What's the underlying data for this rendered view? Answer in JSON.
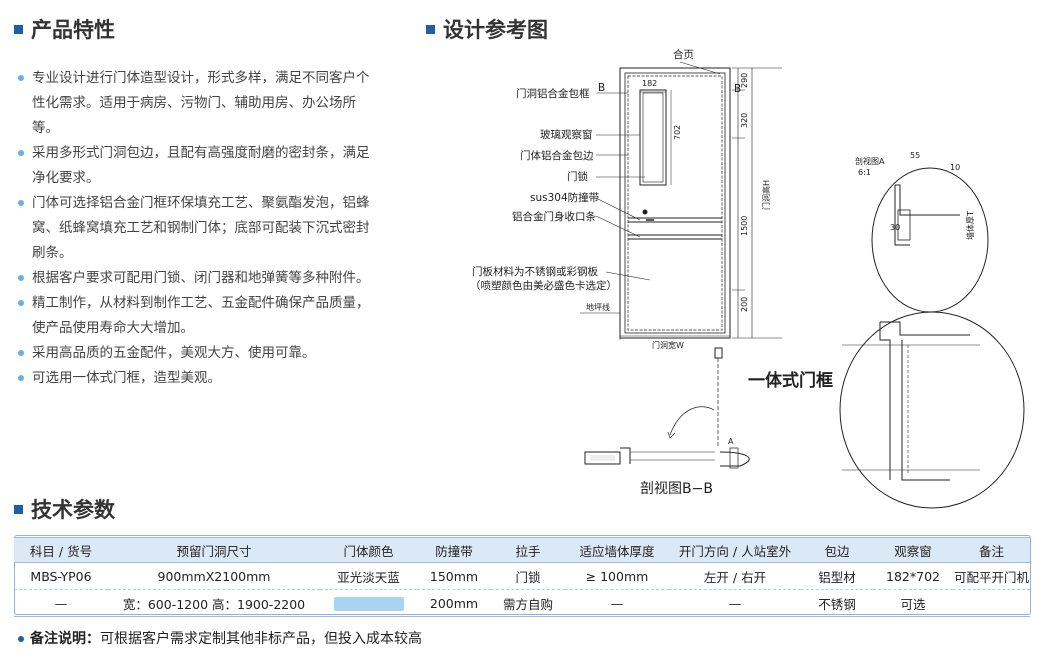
{
  "sections": {
    "features_title": "产品特性",
    "drawing_title": "设计参考图",
    "spec_title": "技术参数"
  },
  "features": [
    "专业设计进行门体造型设计，形式多样，满足不同客户个性化需求。适用于病房、污物门、辅助用房、办公场所等。",
    "采用多形式门洞包边，且配有高强度耐磨的密封条，满足净化要求。",
    "门体可选择铝合金门框环保填充工艺、聚氨酯发泡，铝蜂窝、纸蜂窝填充工艺和钢制门体；底部可配装下沉式密封刷条。",
    "根据客户要求可配用门锁、闭门器和地弹簧等多种附件。",
    "精工制作，从材料到制作工艺、五金配件确保产品质量，使产品使用寿命大大增加。",
    "采用高品质的五金配件，美观大方、使用可靠。",
    "可选用一体式门框，造型美观。"
  ],
  "drawing": {
    "labels": {
      "hinge": "合页",
      "frame_wrap": "门洞铝合金包框",
      "mark_b": "B",
      "glass_window": "玻璃观察窗",
      "door_edge": "门体铝合金包边",
      "lock": "门锁",
      "bump_strip": "sus304防撞带",
      "closing_strip": "铝合金门身收口条",
      "panel_material": "门板材料为不锈钢或彩钢板",
      "panel_color": "（喷塑颜色由美必盛色卡选定）",
      "floor_line": "地坪线",
      "width": "门洞宽W",
      "height": "门洞高H",
      "detail_a": "剖视图A",
      "scale": "6:1",
      "wall_thickness": "墙体厚T",
      "mark_a": "A",
      "integrated_frame": "一体式门框",
      "section_bb": "剖视图B−B"
    },
    "dims": {
      "win_w": "182",
      "win_h": "702",
      "top": "290",
      "upper": "320",
      "middle": "1500",
      "bottom": "200",
      "d55": "55",
      "d10": "10",
      "d30": "30"
    }
  },
  "spec": {
    "headers": [
      "科目 / 货号",
      "预留门洞尺寸",
      "门体颜色",
      "防撞带",
      "拉手",
      "适应墙体厚度",
      "开门方向 / 人站室外",
      "包边",
      "观察窗",
      "备注"
    ],
    "row1": [
      "MBS-YP06",
      "900mmX2100mm",
      "亚光淡天蓝",
      "150mm",
      "门锁",
      "≥ 100mm",
      "左开 / 右开",
      "铝型材",
      "182*702",
      "可配平开门机"
    ],
    "row2": [
      "—",
      "宽：600-1200  高：1900-2200",
      "200mm",
      "需方自购",
      "—",
      "—",
      "不锈钢",
      "可选"
    ],
    "color_swatch": "#a9d4f1"
  },
  "note": {
    "label": "备注说明：",
    "text": "可根据客户需求定制其他非标产品，但投入成本较高"
  },
  "colors": {
    "accent": "#1f5fa8",
    "bullet": "#6ab0e0",
    "table_header": "#dbe9f7"
  }
}
